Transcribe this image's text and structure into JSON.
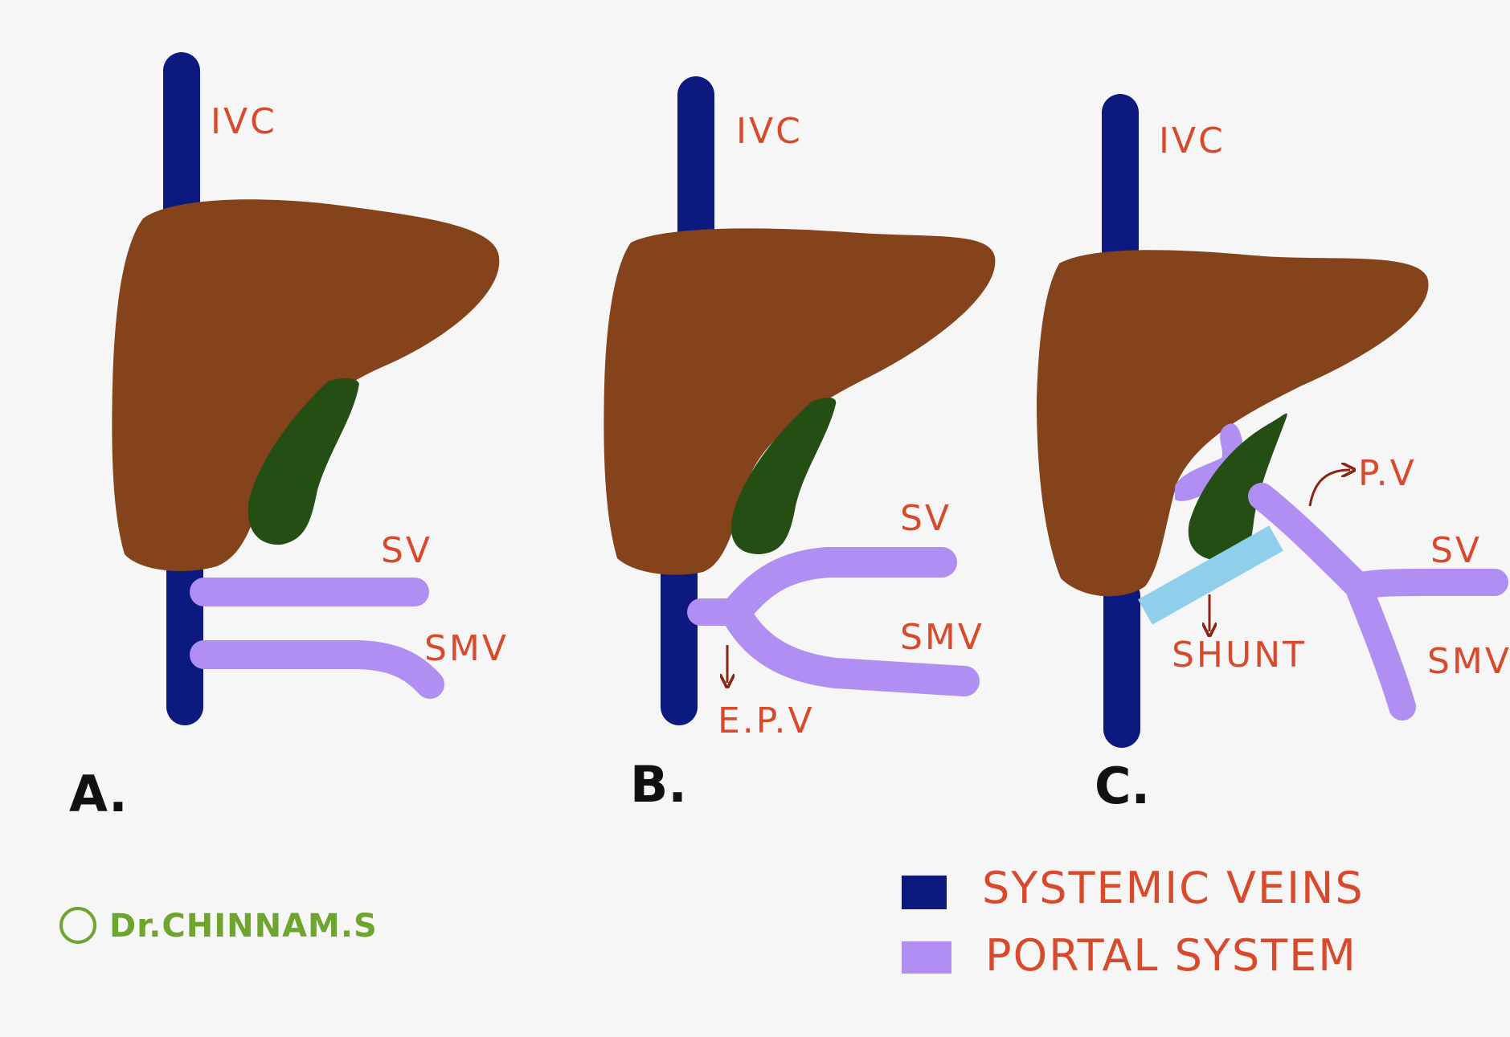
{
  "colors": {
    "background": "#f6f6f6",
    "systemic_vein": "#0c1a80",
    "portal_system": "#b18ef2",
    "shunt": "#8fcfeb",
    "liver": "#84431a",
    "gallbladder": "#244e14",
    "label_text": "#d94a2c",
    "arrow": "#8c2414",
    "panel_letter": "#111111",
    "credit": "#6ea52f"
  },
  "panels": {
    "A": {
      "letter": "A.",
      "ivc": "IVC",
      "sv": "SV",
      "smv": "SMV"
    },
    "B": {
      "letter": "B.",
      "ivc": "IVC",
      "sv": "SV",
      "smv": "SMV",
      "epv": "E.P.V"
    },
    "C": {
      "letter": "C.",
      "ivc": "IVC",
      "sv": "SV",
      "smv": "SMV",
      "pv": "P.V",
      "shunt": "SHUNT"
    }
  },
  "legend": {
    "systemic": {
      "label": "SYSTEMIC VEINS",
      "color": "#0c1a80"
    },
    "portal": {
      "label": "PORTAL SYSTEM",
      "color": "#b18ef2"
    }
  },
  "credit": {
    "symbol": "©",
    "text": "Dr.CHINNAM.S"
  }
}
